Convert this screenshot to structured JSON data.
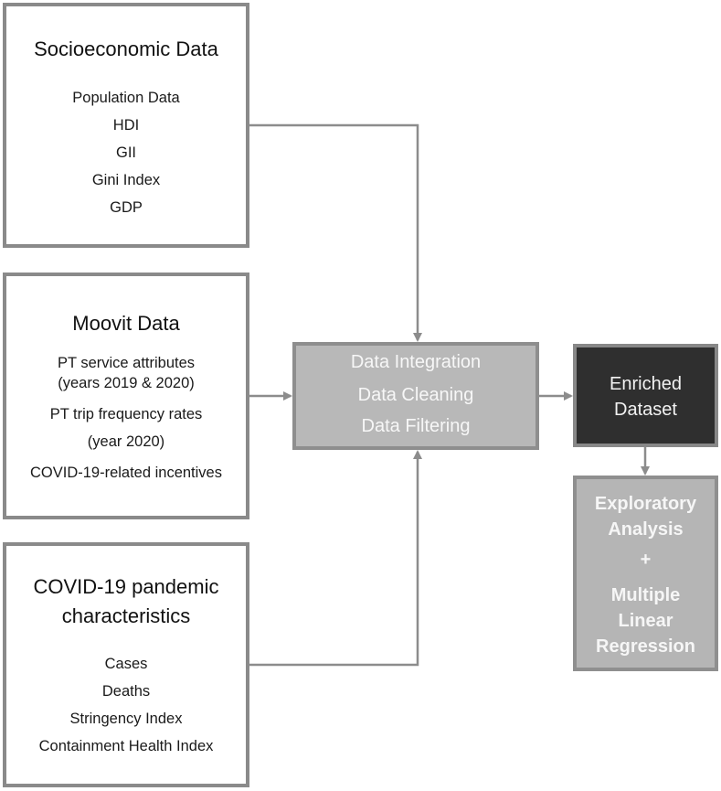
{
  "sources": {
    "socioeconomic": {
      "title": "Socioeconomic Data",
      "items": [
        "Population Data",
        "HDI",
        "GII",
        "Gini Index",
        "GDP"
      ]
    },
    "moovit": {
      "title": "Moovit Data",
      "items": [
        "PT service attributes",
        "(years 2019 & 2020)",
        "PT trip frequency rates",
        "(year 2020)",
        "COVID-19-related incentives"
      ]
    },
    "covid": {
      "title_line1": "COVID-19 pandemic",
      "title_line2": "characteristics",
      "items": [
        "Cases",
        "Deaths",
        "Stringency Index",
        "Containment Health Index"
      ]
    }
  },
  "process": {
    "steps": [
      "Data Integration",
      "Data Cleaning",
      "Data Filtering"
    ]
  },
  "enriched": {
    "line1": "Enriched",
    "line2": "Dataset"
  },
  "analysis": {
    "lines": [
      "Exploratory",
      "Analysis",
      "+",
      "Multiple",
      "Linear",
      "Regression"
    ]
  },
  "colors": {
    "box_border": "#8a8a8a",
    "process_fill": "#b8b8b8",
    "enriched_fill": "#2f2f2f",
    "analysis_fill": "#b5b5b5",
    "arrow": "#8c8c8c"
  }
}
